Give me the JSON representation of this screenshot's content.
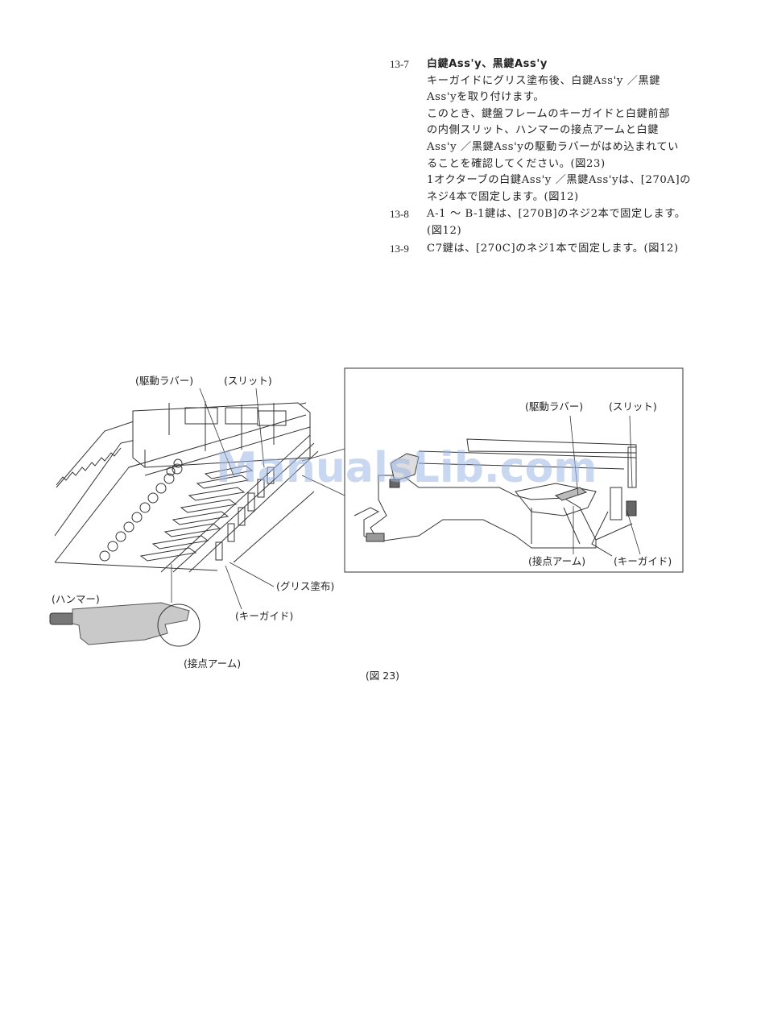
{
  "steps": [
    {
      "num": "13-7",
      "title": "白鍵Ass'y、黒鍵Ass'y",
      "lines": [
        "キーガイドにグリス塗布後、白鍵Ass'y ／黒鍵",
        "Ass'yを取り付けます。",
        "このとき、鍵盤フレームのキーガイドと白鍵前部",
        "の内側スリット、ハンマーの接点アームと白鍵",
        "Ass'y ／黒鍵Ass'yの駆動ラバーがはめ込まれてい",
        "ることを確認してください。(図23)",
        "1オクターブの白鍵Ass'y ／黒鍵Ass'yは、[270A]の",
        "ネジ4本で固定します。(図12)"
      ]
    },
    {
      "num": "13-8",
      "lines": [
        "A-1 ～ B-1鍵は、[270B]のネジ2本で固定します。",
        "(図12)"
      ]
    },
    {
      "num": "13-9",
      "lines": [
        "C7鍵は、[270C]のネジ1本で固定します。(図12)"
      ]
    }
  ],
  "figure": {
    "left_labels": {
      "drive_rubber": "(駆動ラバー)",
      "slit": "(スリット)",
      "grease": "(グリス塗布)",
      "key_guide": "(キーガイド)",
      "hammer": "(ハンマー)",
      "contact_arm": "(接点アーム)"
    },
    "inset_labels": {
      "drive_rubber": "(駆動ラバー)",
      "slit": "(スリット)",
      "contact_arm": "(接点アーム)",
      "key_guide": "(キーガイド)"
    },
    "caption": "(図 23)"
  },
  "watermark": "ManualsLib.com"
}
